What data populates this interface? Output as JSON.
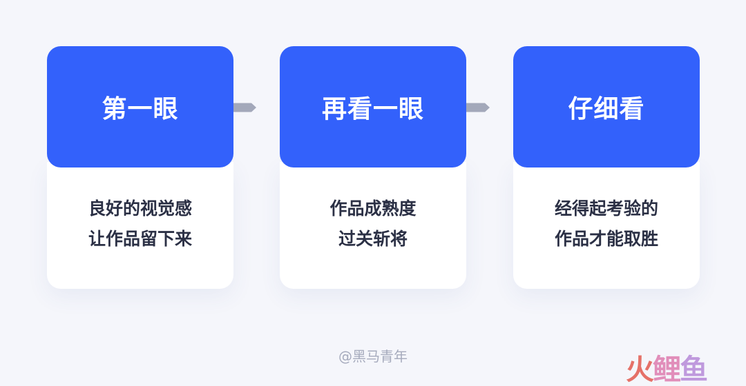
{
  "colors": {
    "background": "#f5f6fb",
    "card_header": "#3361fb",
    "card_body": "#ffffff",
    "text_dark": "#2b3045",
    "arrow": "#a3a8ba"
  },
  "steps": [
    {
      "title": "第一眼",
      "desc_line1": "良好的视觉感",
      "desc_line2": "让作品留下来"
    },
    {
      "title": "再看一眼",
      "desc_line1": "作品成熟度",
      "desc_line2": "过关斩将"
    },
    {
      "title": "仔细看",
      "desc_line1": "经得起考验的",
      "desc_line2": "作品才能取胜"
    }
  ],
  "arrows": [
    {
      "icon": "arrow-right-icon"
    },
    {
      "icon": "arrow-right-icon"
    }
  ],
  "watermark": "@黑马青年",
  "logo": {
    "chars": [
      "火",
      "鲤",
      "鱼"
    ],
    "colors": [
      "#e35a4f",
      "#d23a86",
      "#8a3fc0"
    ]
  }
}
